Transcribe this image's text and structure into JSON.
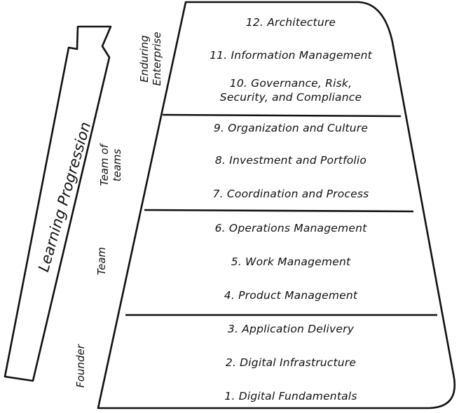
{
  "arrow": {
    "label": "Learning Progression"
  },
  "stages": [
    {
      "line1": "Enduring",
      "line2": "Enterprise"
    },
    {
      "line1": "Team of",
      "line2": "teams"
    },
    {
      "line1": "Team",
      "line2": ""
    },
    {
      "line1": "Founder",
      "line2": ""
    }
  ],
  "items": [
    {
      "line1": "12. Architecture",
      "line2": ""
    },
    {
      "line1": "11. Information Management",
      "line2": ""
    },
    {
      "line1": "10. Governance, Risk,",
      "line2": "Security, and Compliance"
    },
    {
      "line1": "9. Organization and Culture",
      "line2": ""
    },
    {
      "line1": "8. Investment and Portfolio",
      "line2": ""
    },
    {
      "line1": "7. Coordination and Process",
      "line2": ""
    },
    {
      "line1": "6. Operations Management",
      "line2": ""
    },
    {
      "line1": "5. Work Management",
      "line2": ""
    },
    {
      "line1": "4. Product Management",
      "line2": ""
    },
    {
      "line1": "3. Application Delivery",
      "line2": ""
    },
    {
      "line1": "2. Digital Infrastructure",
      "line2": ""
    },
    {
      "line1": "1. Digital Fundamentals",
      "line2": ""
    }
  ]
}
